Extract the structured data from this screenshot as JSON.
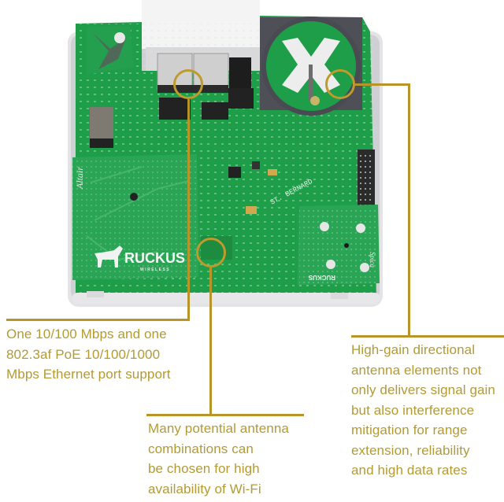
{
  "product": {
    "brand_label": "RUCKUS",
    "brand_sublabel": "WIRELESS",
    "board_silkscreen": "ST. BERNARD",
    "antenna_board_left_label": "Altair",
    "antenna_board_right_label": "Spica",
    "antenna_board_right_brand": "RUCKUS"
  },
  "callouts": [
    {
      "id": "ethernet",
      "lines": [
        "One 10/100 Mbps and one",
        "802.3af PoE 10/100/1000",
        "Mbps Ethernet port support"
      ]
    },
    {
      "id": "antenna-combinations",
      "lines": [
        "Many potential antenna",
        "combinations can",
        "be chosen for high",
        "availability of Wi-Fi"
      ]
    },
    {
      "id": "directional-antenna",
      "lines": [
        "High-gain directional",
        "antenna elements not",
        "only delivers signal gain",
        "but also interference",
        "mitigation for range",
        "extension, reliability",
        "and high data rates"
      ]
    }
  ],
  "colors": {
    "callout_text": "#b39a35",
    "callout_line": "#b8952a",
    "pcb_green": "#1f9e4a",
    "pcb_dark": "#15803a",
    "case_gray": "#d9d9dc"
  }
}
